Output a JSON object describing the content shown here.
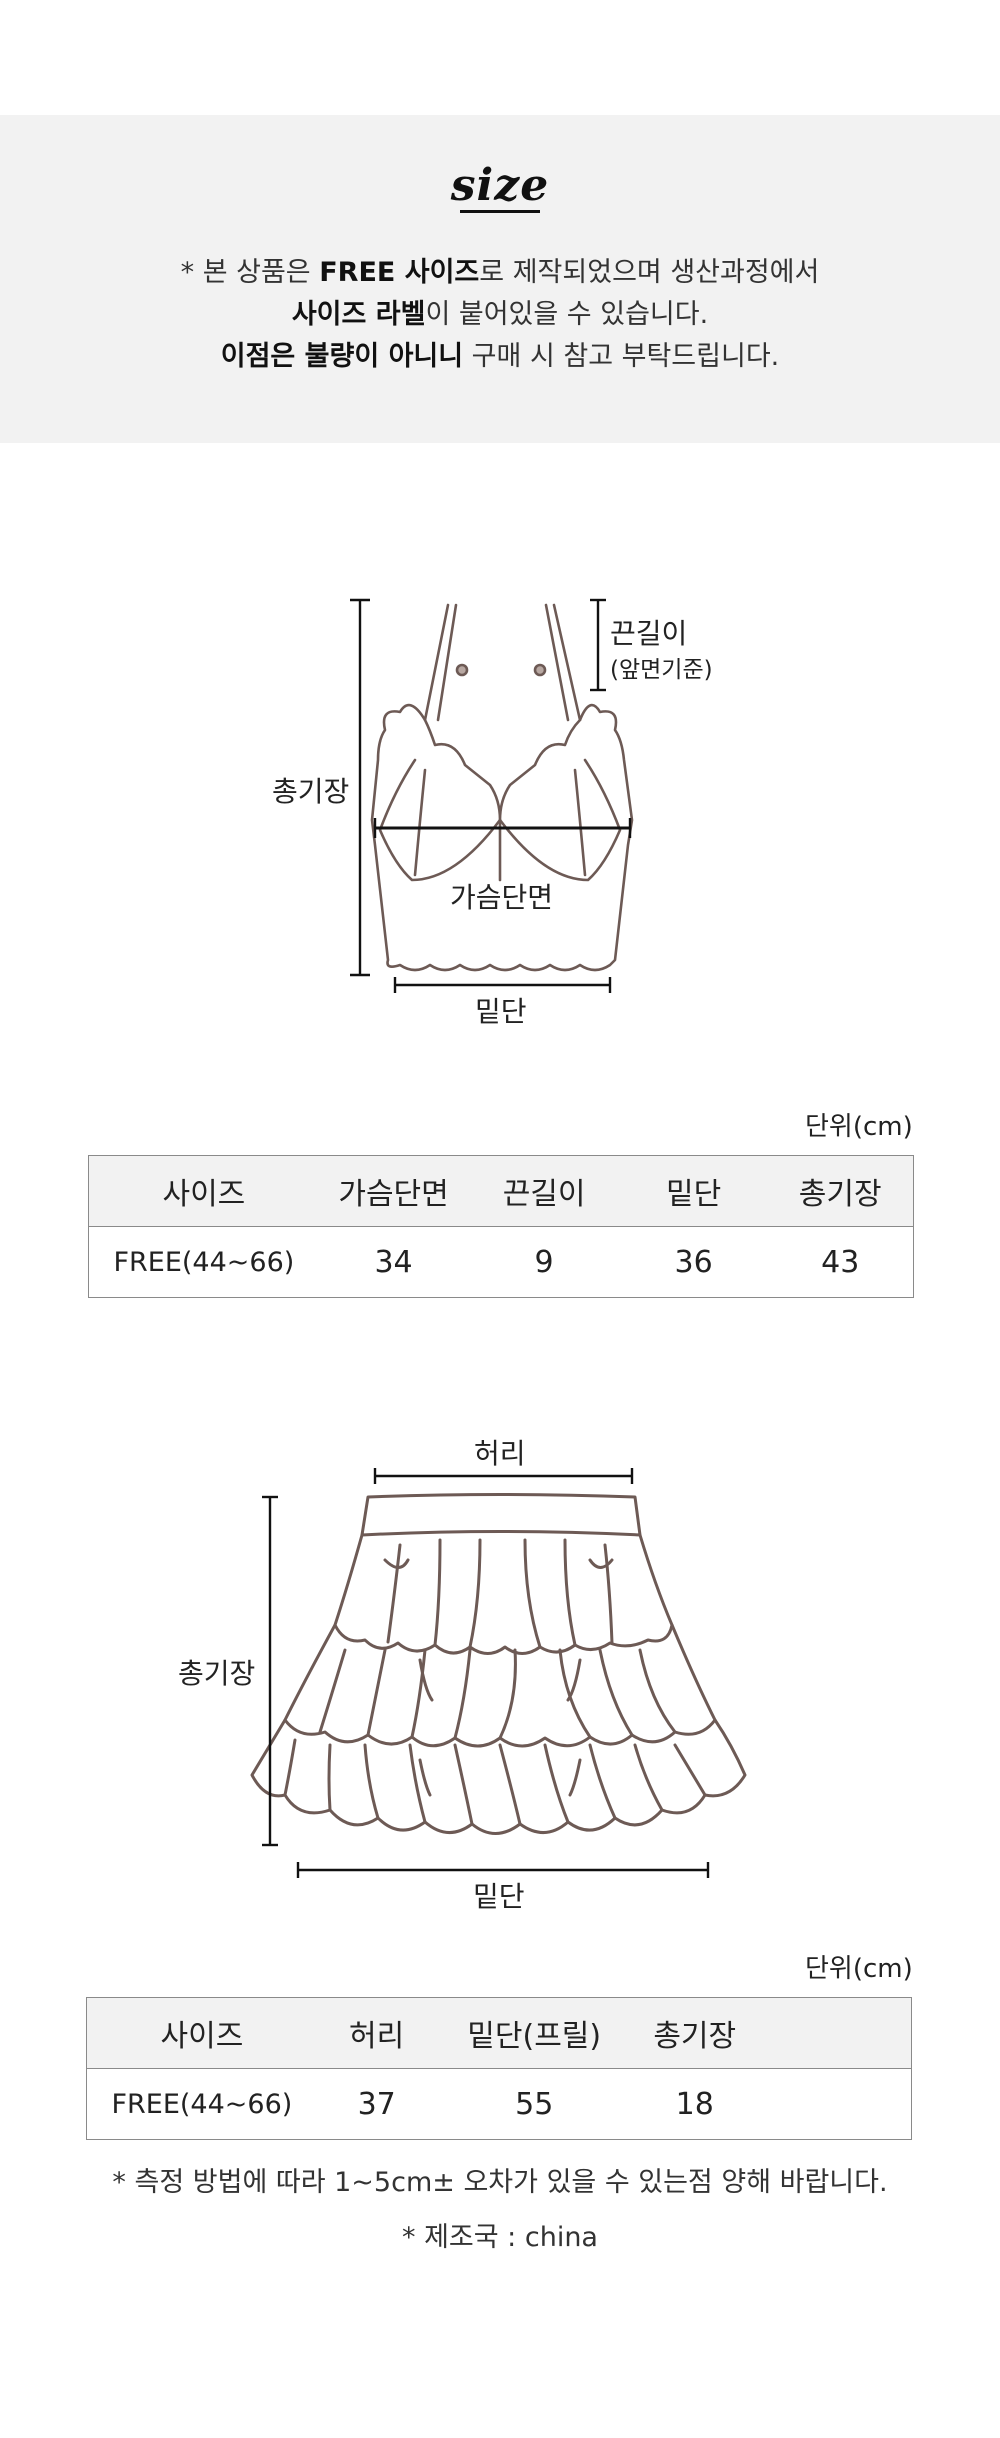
{
  "header": {
    "title": "size",
    "notice_line1_a": "* 본 상품은 ",
    "notice_line1_b": "FREE 사이즈",
    "notice_line1_c": "로 제작되었으며 생산과정에서",
    "notice_line2_a": "사이즈 라벨",
    "notice_line2_b": "이 붙어있을 수 있습니다.",
    "notice_line3_a": "이점은 불량이 아니니",
    "notice_line3_b": " 구매 시 참고 부탁드립니다."
  },
  "top_figure": {
    "strap_label": "끈길이",
    "strap_note": "(앞면기준)",
    "length_label": "총기장",
    "chest_label": "가슴단면",
    "hem_label": "밑단"
  },
  "top_table": {
    "unit": "단위(cm)",
    "headers": [
      "사이즈",
      "가슴단면",
      "끈길이",
      "밑단",
      "총기장"
    ],
    "rows": [
      [
        "FREE(44~66)",
        "34",
        "9",
        "36",
        "43"
      ]
    ]
  },
  "skirt_figure": {
    "waist_label": "허리",
    "length_label": "총기장",
    "hem_label": "밑단"
  },
  "skirt_table": {
    "unit": "단위(cm)",
    "headers": [
      "사이즈",
      "허리",
      "밑단(프릴)",
      "총기장",
      ""
    ],
    "rows": [
      [
        "FREE(44~66)",
        "37",
        "55",
        "18",
        ""
      ]
    ]
  },
  "footnotes": {
    "measure": "* 측정 방법에 따라 1~5cm± 오차가 있을 수 있는점 양해 바랍니다.",
    "origin": "* 제조국 : china"
  }
}
